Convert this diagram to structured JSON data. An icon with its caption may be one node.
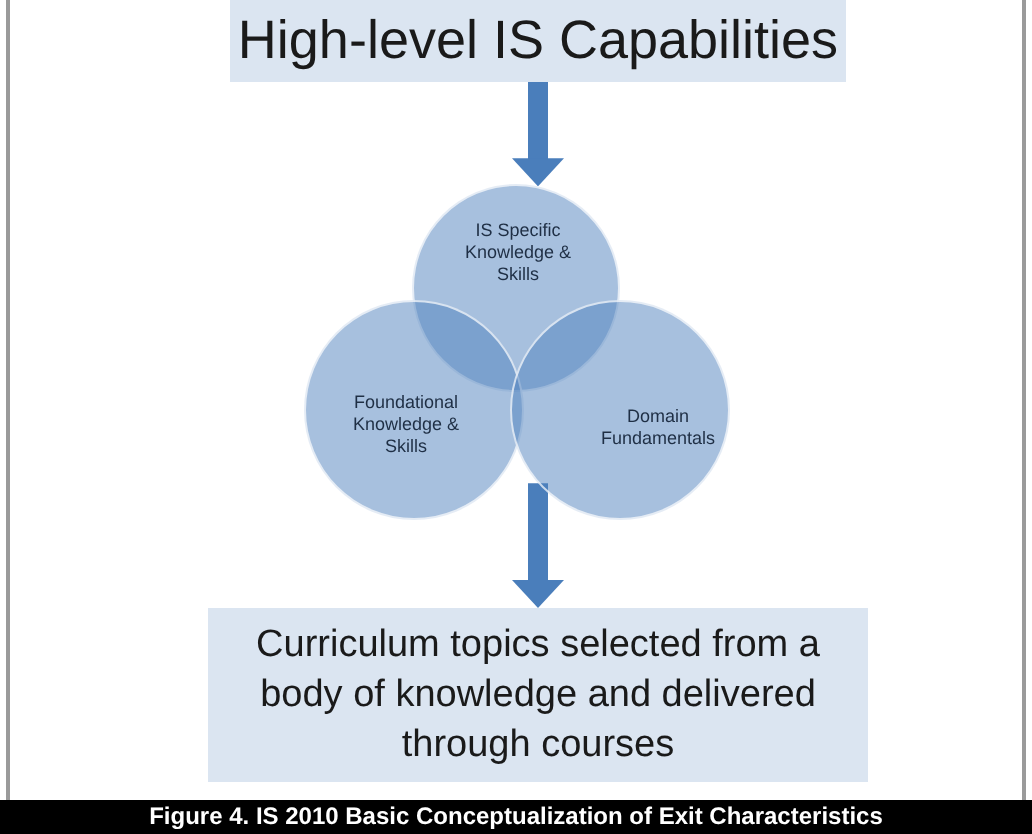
{
  "diagram": {
    "caption": "Figure 4. IS 2010 Basic Conceptualization of Exit Characteristics",
    "nodes": [
      {
        "text": [
          "High-level IS Capabilities"
        ]
      },
      {
        "text": [
          "IS Specific Knowledge & Skills"
        ]
      },
      {
        "text": [
          "Foundational Knowledge & Skills"
        ]
      },
      {
        "text": [
          "Domain Fundamentals"
        ]
      },
      {
        "text": [
          "Curriculum topics selected from a body of knowledge and delivered through courses"
        ]
      }
    ],
    "edges": [
      {
        "from": 0,
        "to": 1,
        "arrow": "to"
      },
      {
        "from": 3,
        "to": 4,
        "arrow": "to"
      }
    ]
  }
}
